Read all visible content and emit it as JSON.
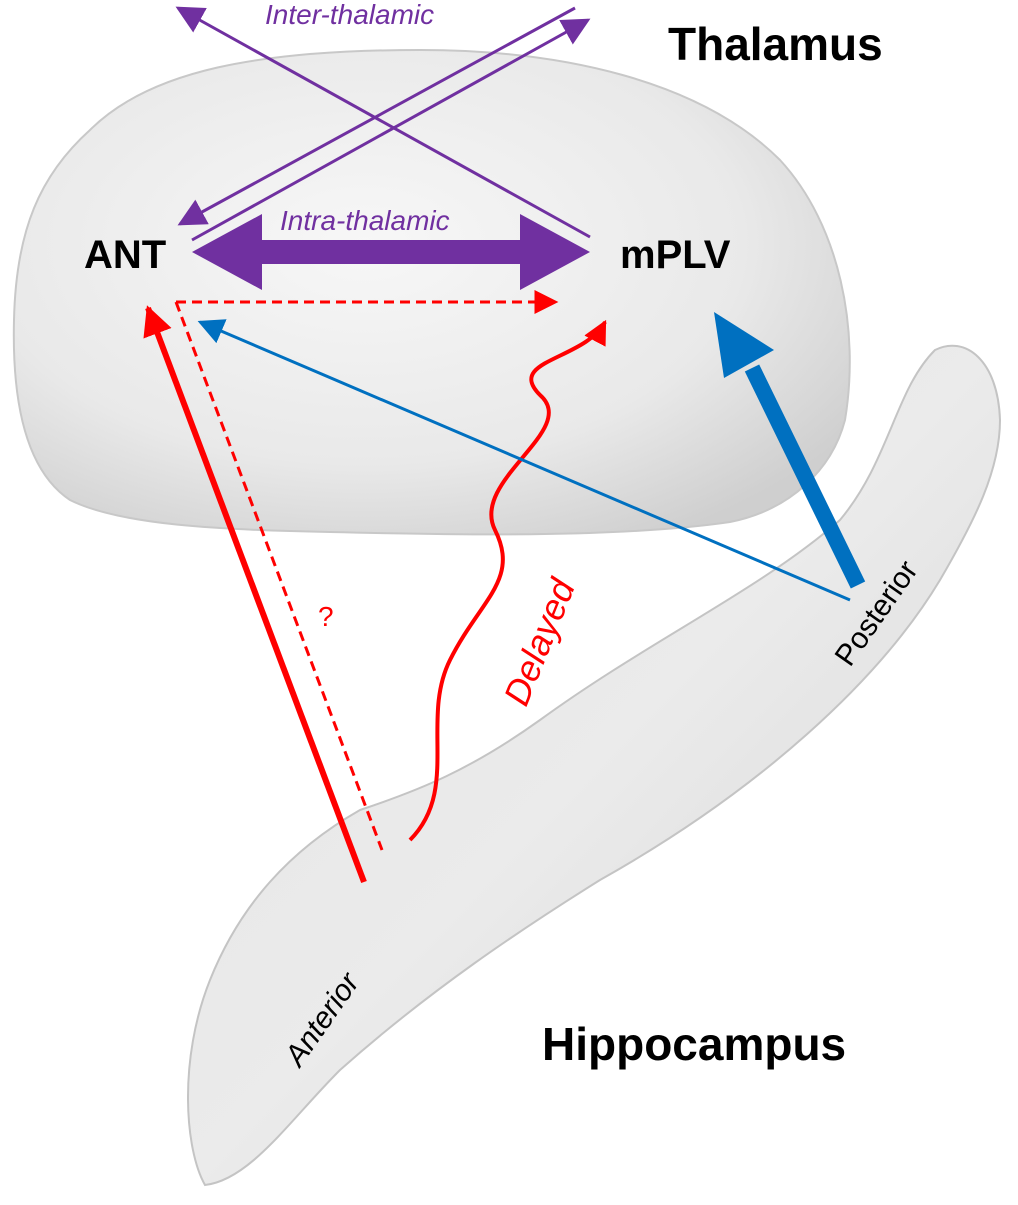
{
  "labels": {
    "thalamus": "Thalamus",
    "hippocampus": "Hippocampus",
    "ant": "ANT",
    "mplv": "mPLV",
    "inter_thalamic": "Inter-thalamic",
    "intra_thalamic": "Intra-thalamic",
    "delayed": "Delayed",
    "question": "?",
    "anterior": "Anterior",
    "posterior": "Posterior"
  },
  "colors": {
    "purple": "#7030a0",
    "red": "#ff0000",
    "blue": "#0070c0",
    "structure_fill": "#e6e6e6",
    "structure_edge": "#c4c4c4"
  }
}
